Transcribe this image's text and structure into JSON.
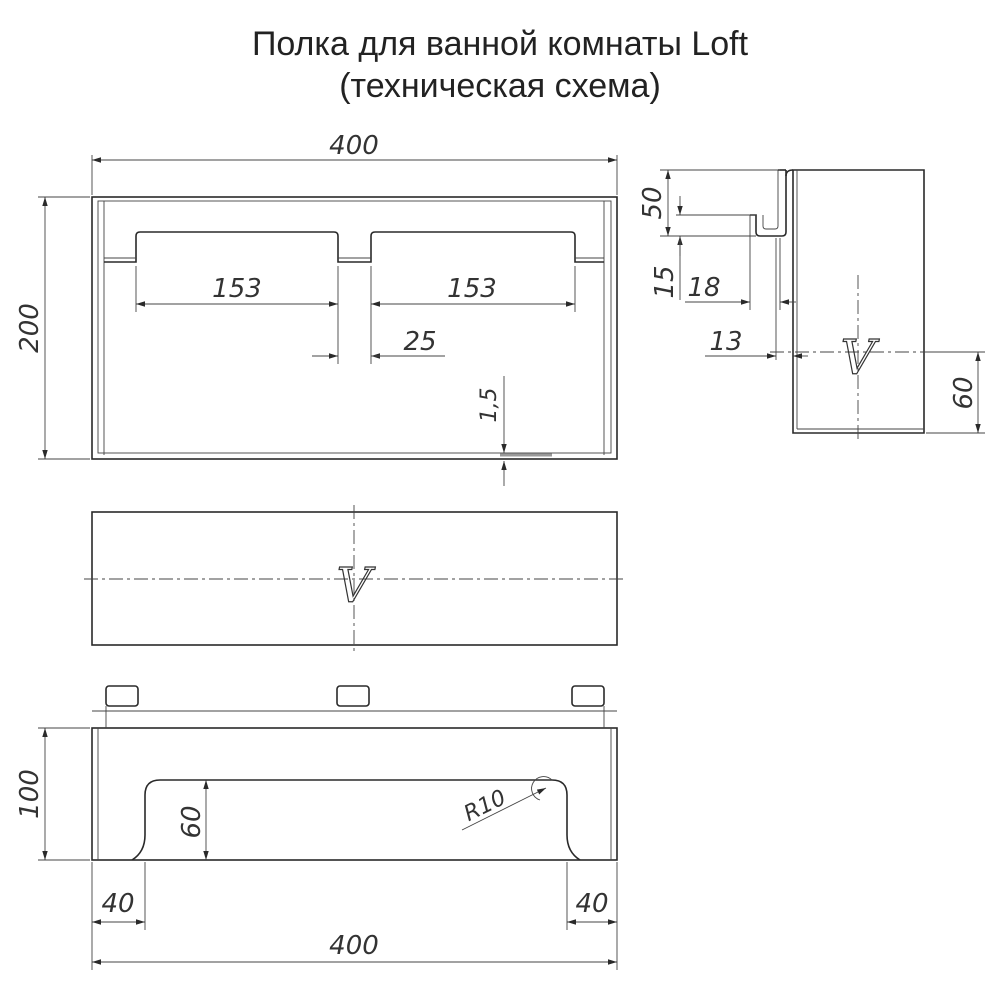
{
  "title": {
    "line1": "Полка для ванной комнаты Loft",
    "line2": "(техническая схема)"
  },
  "front_view": {
    "width": "400",
    "height": "200",
    "slot_left": "153",
    "slot_right": "153",
    "gap": "25",
    "thickness": "1,5"
  },
  "side_view": {
    "hook_height": "50",
    "hook_depth": "15",
    "hook_width": "18",
    "offset": "13",
    "lower_height": "60"
  },
  "bottom_view": {
    "height": "100",
    "cutout_height": "60",
    "radius": "R10",
    "left_margin": "40",
    "right_margin": "40",
    "width": "400"
  },
  "logo": {
    "letter": "V"
  }
}
